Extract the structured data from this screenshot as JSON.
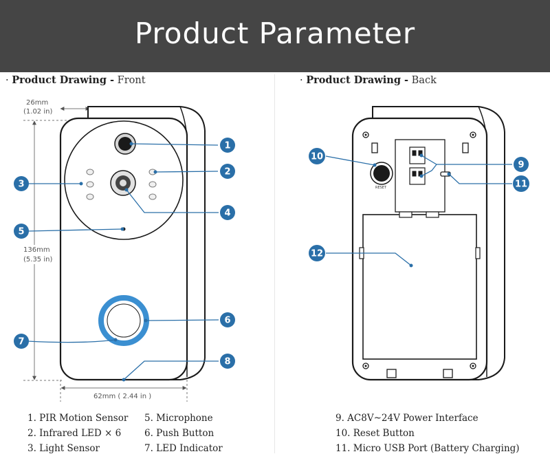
{
  "banner": {
    "title": "Product Parameter"
  },
  "front": {
    "bullet": "·",
    "heading": "Product Drawing -",
    "view": "Front"
  },
  "back": {
    "bullet": "·",
    "heading": "Product Drawing -",
    "view": "Back"
  },
  "dimensions": {
    "depth_mm": "26mm",
    "depth_in": "(1.02 in)",
    "height_mm": "136mm",
    "height_in": "(5.35 in)",
    "width": "62mm ( 2.44 in )"
  },
  "reset_label": "RESET",
  "callouts": [
    "1",
    "2",
    "3",
    "4",
    "5",
    "6",
    "7",
    "8",
    "9",
    "10",
    "11",
    "12"
  ],
  "legend": {
    "col1": [
      "1. PIR Motion Sensor",
      "2. Infrared LED × 6",
      "3. Light Sensor"
    ],
    "col2": [
      "5. Microphone",
      "6. Push Button",
      "7. LED Indicator"
    ],
    "col3": [
      "9. AC8V~24V Power Interface",
      "10. Reset Button",
      "11. Micro USB Port (Battery Charging)"
    ]
  },
  "colors": {
    "banner": "#454545",
    "callout": "#2a6fa8",
    "ring": "#3b8fd1",
    "outline": "#1a1a1a"
  }
}
